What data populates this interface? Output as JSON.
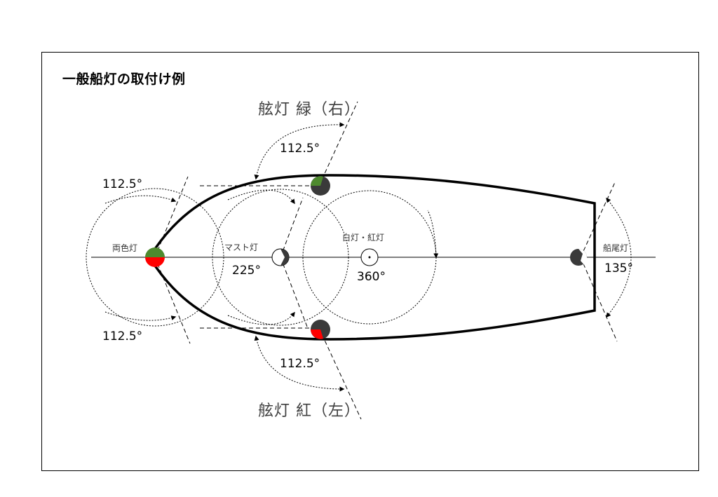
{
  "title": "一般船灯の取付け例",
  "lights": {
    "sidelight_pair": "両色灯",
    "masthead": "マスト灯",
    "all_round": "白灯・紅灯",
    "stern": "船尾灯",
    "starboard": "舷灯 緑（右）",
    "port": "舷灯 紅（左）"
  },
  "angles": {
    "pair_upper": "112.5°",
    "pair_lower": "112.5°",
    "starboard": "112.5°",
    "port": "112.5°",
    "masthead": "225°",
    "all_round": "360°",
    "stern": "135°"
  },
  "colors": {
    "green": "#4e8a2e",
    "red": "#ff0000",
    "dark": "#3a3a3a"
  }
}
